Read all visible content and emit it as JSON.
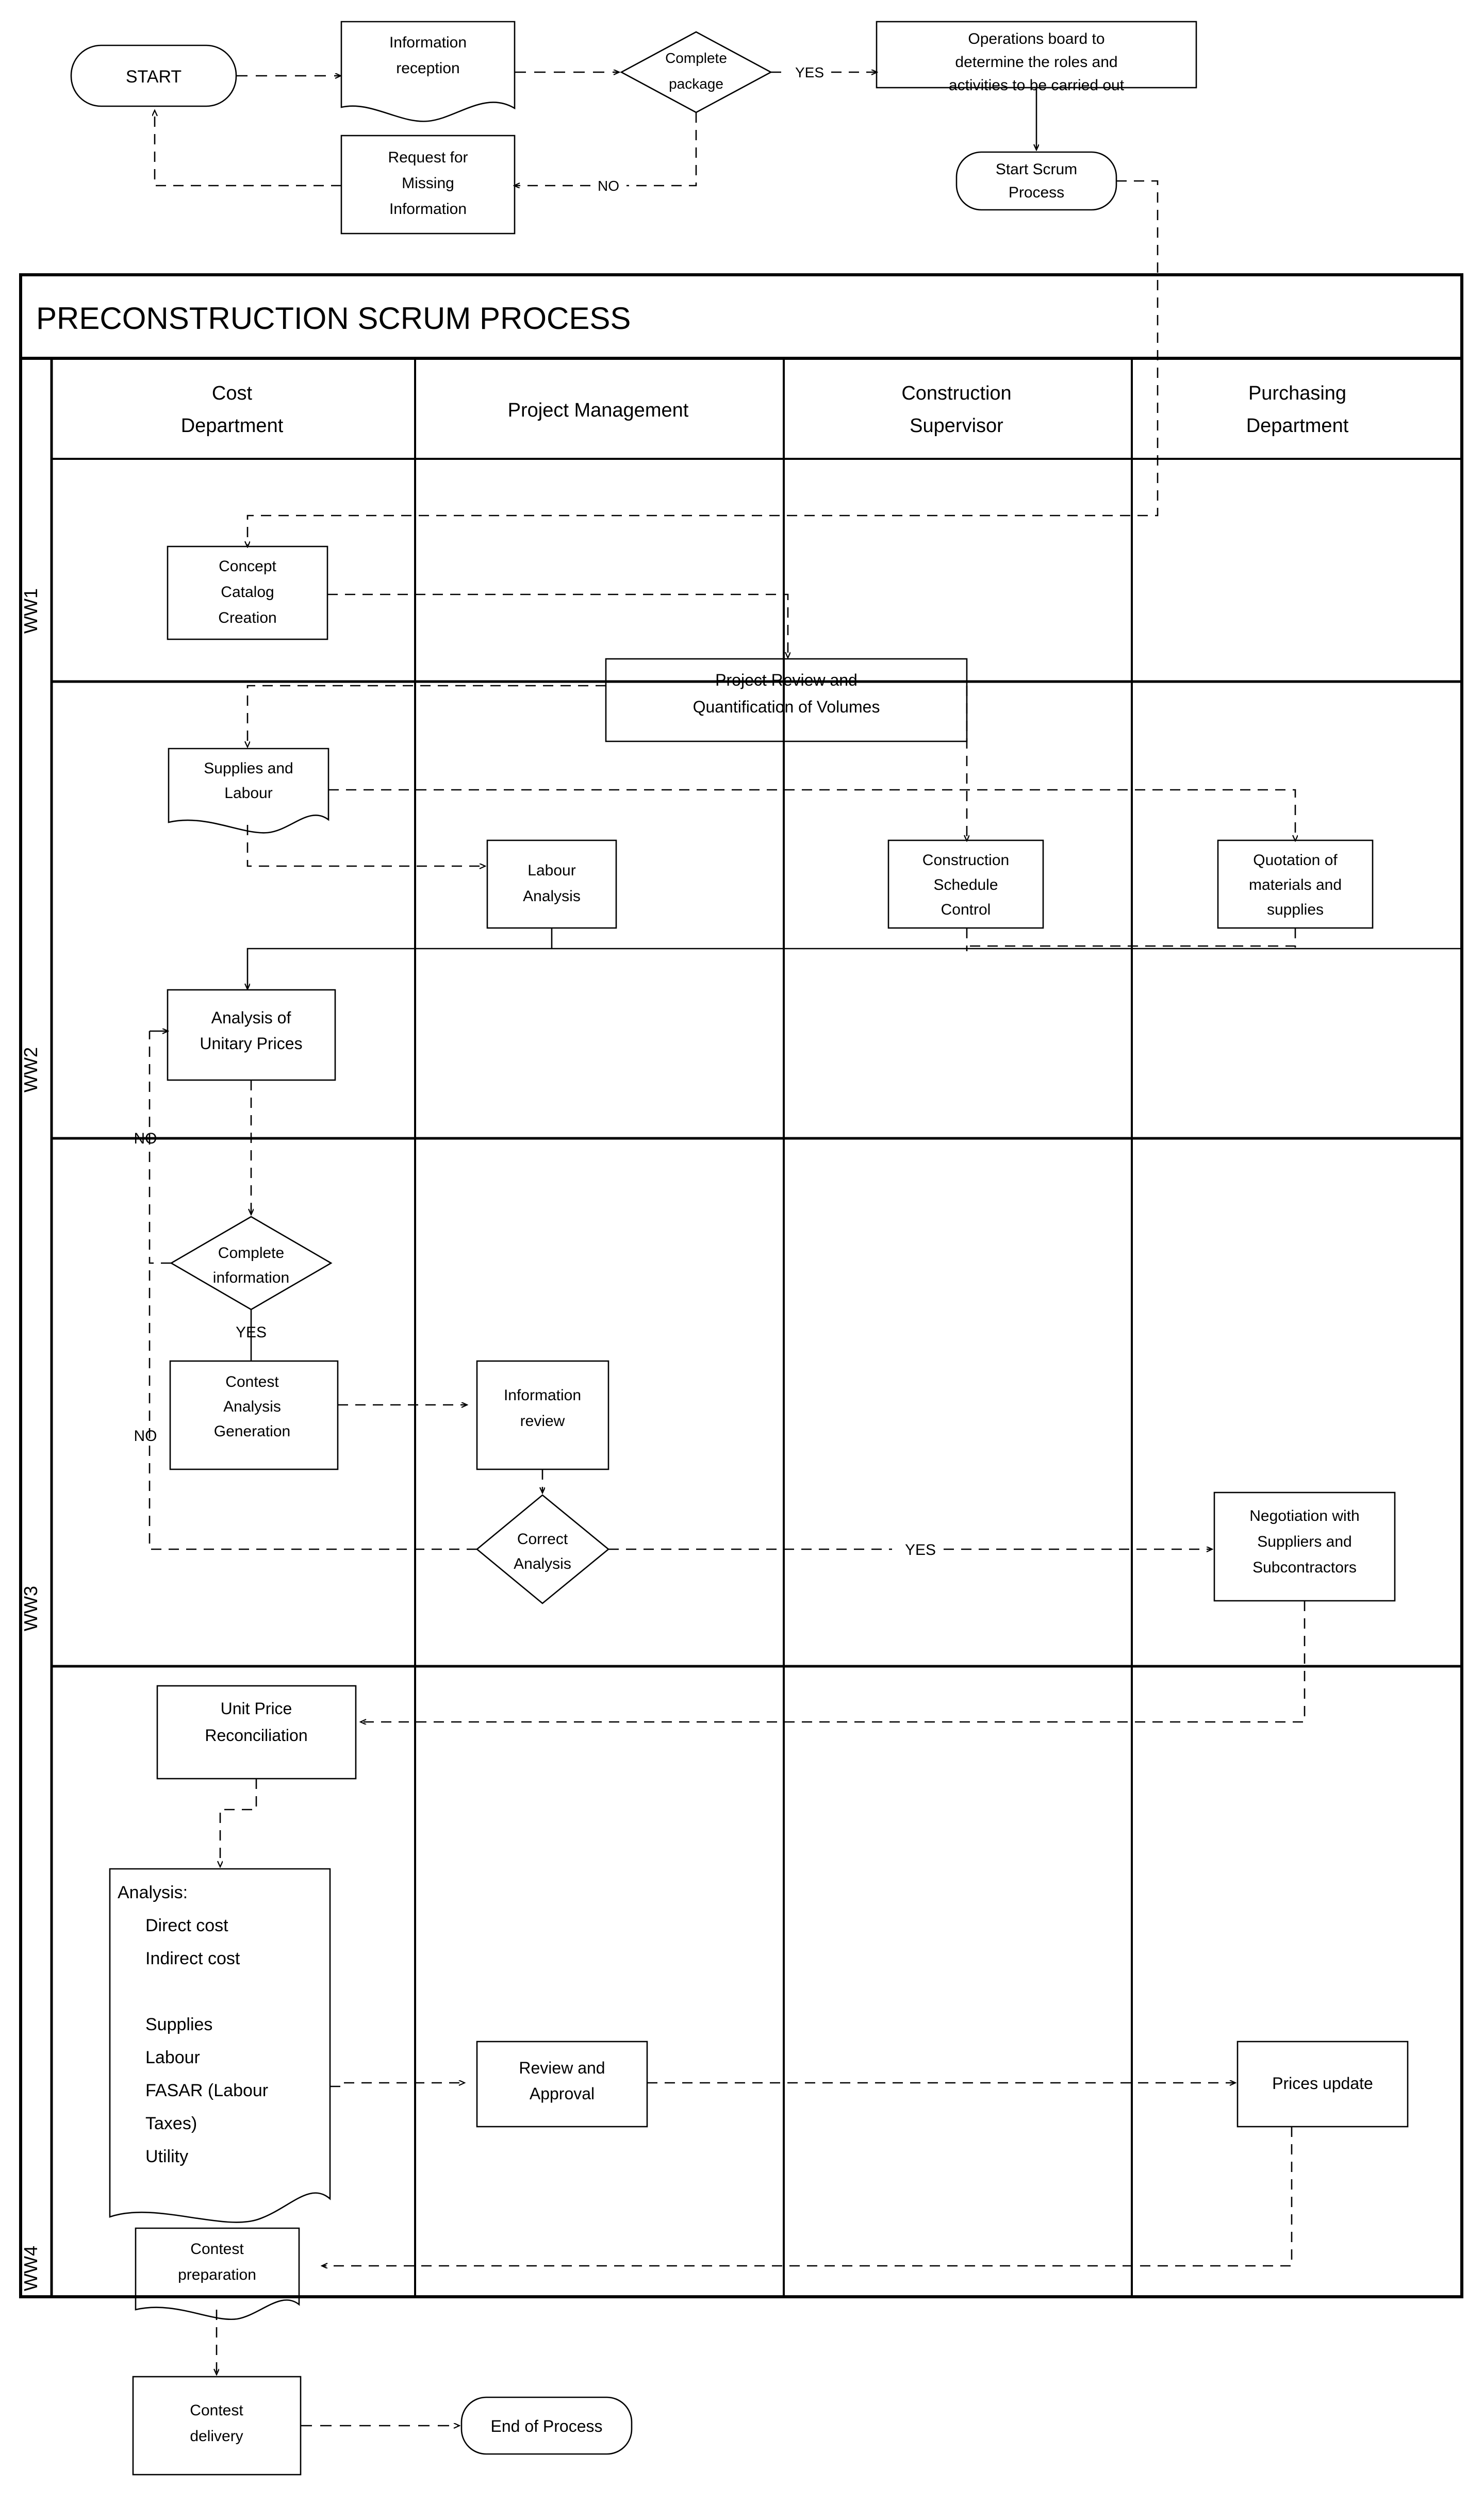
{
  "diagram": {
    "title": "PRECONSTRUCTION SCRUM PROCESS",
    "type": "swimlane-flowchart",
    "lanes_vertical": [
      {
        "id": "WW1",
        "label": "WW1"
      },
      {
        "id": "WW2",
        "label": "WW2"
      },
      {
        "id": "WW3",
        "label": "WW3"
      },
      {
        "id": "WW4",
        "label": "WW4"
      }
    ],
    "columns": [
      {
        "id": "cost",
        "label_line1": "Cost",
        "label_line2": "Department"
      },
      {
        "id": "pm",
        "label_line1": "Project Management",
        "label_line2": ""
      },
      {
        "id": "cs",
        "label_line1": "Construction",
        "label_line2": "Supervisor"
      },
      {
        "id": "purch",
        "label_line1": "Purchasing",
        "label_line2": "Department"
      }
    ],
    "preamble": {
      "start": "START",
      "information_reception": "Information reception",
      "information_reception_l1": "Information",
      "information_reception_l2": "reception",
      "request_missing_l1": "Request for",
      "request_missing_l2": "Missing",
      "request_missing_l3": "Information",
      "complete_package_l1": "Complete",
      "complete_package_l2": "package",
      "yes": "YES",
      "no": "NO",
      "ops_board_l1": "Operations board to",
      "ops_board_l2": "determine the roles and",
      "ops_board_l3": "activities to be carried out",
      "start_scrum_l1": "Start Scrum",
      "start_scrum_l2": "Process"
    },
    "nodes": {
      "concept_catalog_l1": "Concept",
      "concept_catalog_l2": "Catalog",
      "concept_catalog_l3": "Creation",
      "project_review_l1": "Project Review and",
      "project_review_l2": "Quantification of Volumes",
      "supplies_labour_l1": "Supplies and",
      "supplies_labour_l2": "Labour",
      "labour_analysis_l1": "Labour",
      "labour_analysis_l2": "Analysis",
      "construction_schedule_l1": "Construction",
      "construction_schedule_l2": "Schedule",
      "construction_schedule_l3": "Control",
      "quotation_l1": "Quotation of",
      "quotation_l2": "materials and",
      "quotation_l3": "supplies",
      "unitary_prices_l1": "Analysis of",
      "unitary_prices_l2": "Unitary Prices",
      "complete_info_l1": "Complete",
      "complete_info_l2": "information",
      "contest_analysis_l1": "Contest",
      "contest_analysis_l2": "Analysis",
      "contest_analysis_l3": "Generation",
      "information_review_l1": "Information",
      "information_review_l2": "review",
      "correct_analysis_l1": "Correct",
      "correct_analysis_l2": "Analysis",
      "negotiation_l1": "Negotiation with",
      "negotiation_l2": "Suppliers and",
      "negotiation_l3": "Subcontractors",
      "unit_price_recon_l1": "Unit Price",
      "unit_price_recon_l2": "Reconciliation",
      "analysis_title": "Analysis:",
      "analysis_item1": "Direct cost",
      "analysis_item2": "Indirect cost",
      "analysis_item3": "Supplies",
      "analysis_item4": "Labour",
      "analysis_item5": "FASAR (Labour",
      "analysis_item6": "Taxes)",
      "analysis_item7": "Utility",
      "review_approval_l1": "Review and",
      "review_approval_l2": "Approval",
      "prices_update": "Prices update",
      "contest_prep_l1": "Contest",
      "contest_prep_l2": "preparation",
      "contest_delivery_l1": "Contest",
      "contest_delivery_l2": "delivery",
      "end_of_process": "End of Process"
    },
    "edge_labels": {
      "yes_top": "YES",
      "no_top": "NO",
      "no_ww2": "NO",
      "yes_complete_info": "YES",
      "no_ww3": "NO",
      "yes_correct_analysis": "YES"
    },
    "colors": {
      "stroke": "#000000",
      "background": "#ffffff",
      "text": "#000000"
    }
  }
}
